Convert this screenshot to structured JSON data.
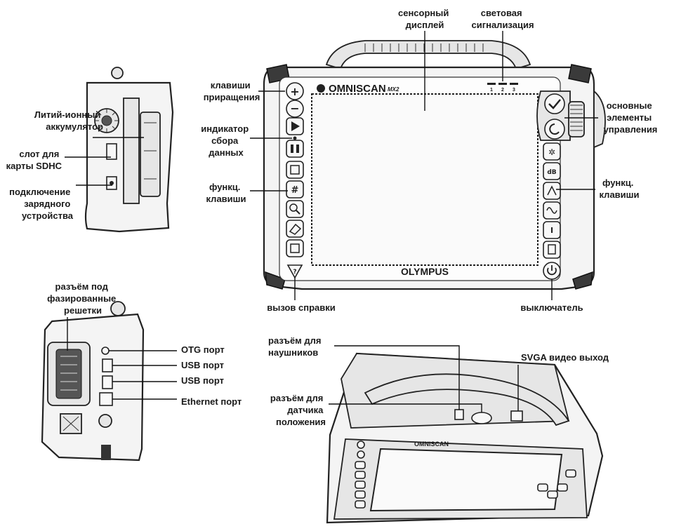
{
  "labels": {
    "touch_display": [
      "сенсорный",
      "дисплей"
    ],
    "indicator_lights": [
      "световая",
      "сигнализация"
    ],
    "increment_keys": [
      "клавиши",
      "приращения"
    ],
    "acquisition_indicator": [
      "индикатор",
      "сбора",
      "данных"
    ],
    "function_keys_left": [
      "функц.",
      "клавиши"
    ],
    "help_key": "вызов справки",
    "main_controls": [
      "основные",
      "элементы",
      "управления"
    ],
    "function_keys_right": [
      "функц.",
      "клавиши"
    ],
    "power_switch": "выключатель",
    "battery": [
      "Литий-ионный",
      "аккумулятор"
    ],
    "sdhc_slot": [
      "слот для",
      "карты SDHC"
    ],
    "charger_connection": [
      "подключение",
      "зарядного",
      "устройства"
    ],
    "phased_array_connector": [
      "разъём под",
      "фазированные",
      "решетки"
    ],
    "otg_port": "OTG порт",
    "usb_port_1": "USB порт",
    "usb_port_2": "USB порт",
    "ethernet_port": "Ethernet порт",
    "headphone_connector": [
      "разъём для",
      "наушников"
    ],
    "svga_output": "SVGA видео выход",
    "position_sensor_connector": [
      "разъём для",
      "датчика",
      "положения"
    ]
  },
  "device": {
    "brand": "OLYMPUS",
    "logo": "OMNISCAN",
    "model": "MX2",
    "led_numbers": [
      "1",
      "2",
      "3"
    ]
  },
  "icons": {
    "left_keys": [
      "plus-icon",
      "minus-icon",
      "play-icon",
      "pause-icon",
      "square-icon",
      "hash-icon",
      "zoom-icon",
      "eraser-icon",
      "save-icon",
      "help-icon"
    ],
    "right_keys": [
      "gear-icon",
      "db-icon",
      "probe-icon",
      "wave-icon",
      "gate-icon",
      "file-icon",
      "power-icon"
    ]
  }
}
